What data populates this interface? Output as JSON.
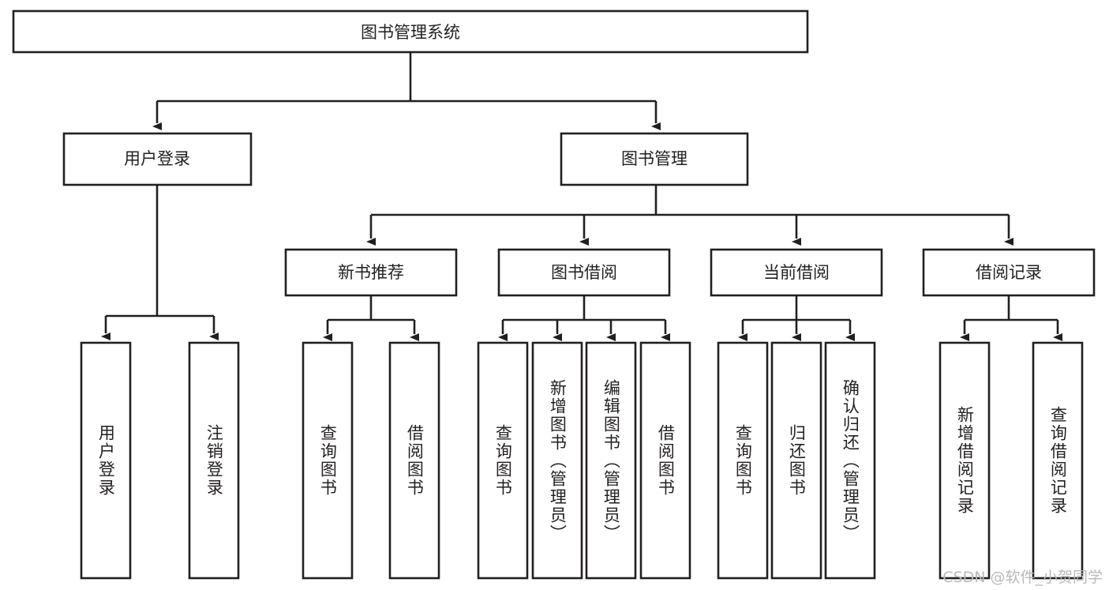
{
  "diagram": {
    "type": "tree",
    "title": "图书管理系统",
    "watermark": "CSDN @软件_小贺同学",
    "root": {
      "id": "root",
      "label": "图书管理系统",
      "orientation": "horizontal"
    },
    "level2": [
      {
        "id": "user-login",
        "label": "用户登录",
        "orientation": "horizontal"
      },
      {
        "id": "book-management",
        "label": "图书管理",
        "orientation": "horizontal"
      }
    ],
    "level3": [
      {
        "id": "new-book-recommend",
        "label": "新书推荐",
        "orientation": "horizontal",
        "parent": "book-management"
      },
      {
        "id": "book-borrow",
        "label": "图书借阅",
        "orientation": "horizontal",
        "parent": "book-management"
      },
      {
        "id": "current-borrow",
        "label": "当前借阅",
        "orientation": "horizontal",
        "parent": "book-management"
      },
      {
        "id": "borrow-record",
        "label": "借阅记录",
        "orientation": "horizontal",
        "parent": "book-management"
      }
    ],
    "leaves": [
      {
        "id": "leaf-user-login",
        "label": "用户登录",
        "orientation": "vertical",
        "parent": "user-login"
      },
      {
        "id": "leaf-user-logout",
        "label": "注销登录",
        "orientation": "vertical",
        "parent": "user-login"
      },
      {
        "id": "leaf-query-book-1",
        "label": "查询图书",
        "orientation": "vertical",
        "parent": "new-book-recommend"
      },
      {
        "id": "leaf-borrow-book-1",
        "label": "借阅图书",
        "orientation": "vertical",
        "parent": "new-book-recommend"
      },
      {
        "id": "leaf-query-book-2",
        "label": "查询图书",
        "orientation": "vertical",
        "parent": "book-borrow"
      },
      {
        "id": "leaf-add-book",
        "label": "新增图书（管理员）",
        "orientation": "vertical",
        "parent": "book-borrow"
      },
      {
        "id": "leaf-edit-book",
        "label": "编辑图书（管理员）",
        "orientation": "vertical",
        "parent": "book-borrow"
      },
      {
        "id": "leaf-borrow-book-2",
        "label": "借阅图书",
        "orientation": "vertical",
        "parent": "book-borrow"
      },
      {
        "id": "leaf-query-book-3",
        "label": "查询图书",
        "orientation": "vertical",
        "parent": "current-borrow"
      },
      {
        "id": "leaf-return-book",
        "label": "归还图书",
        "orientation": "vertical",
        "parent": "current-borrow"
      },
      {
        "id": "leaf-confirm-return",
        "label": "确认归还（管理员）",
        "orientation": "vertical",
        "parent": "current-borrow"
      },
      {
        "id": "leaf-add-record",
        "label": "新增借阅记录",
        "orientation": "vertical",
        "parent": "borrow-record"
      },
      {
        "id": "leaf-query-record",
        "label": "查询借阅记录",
        "orientation": "vertical",
        "parent": "borrow-record"
      }
    ],
    "colors": {
      "stroke": "#231f20",
      "fill": "#ffffff",
      "text": "#231f20",
      "watermark": "#b9b9b9"
    }
  }
}
